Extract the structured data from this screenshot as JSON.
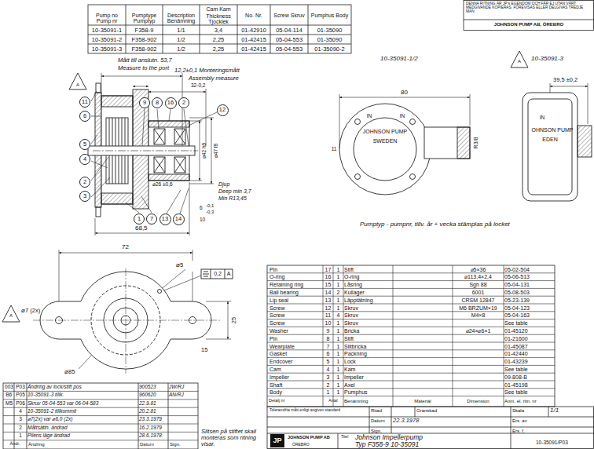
{
  "diagram": {
    "nodes": [
      {
        "text": [
          "11"
        ]
      },
      {
        "text": [
          "6"
        ]
      },
      {
        "text": [
          "5"
        ]
      },
      {
        "text": [
          "4"
        ]
      },
      {
        "text": [
          "2"
        ]
      },
      {
        "text": [
          "3"
        ]
      },
      {
        "text": [
          "9"
        ]
      },
      {
        "text": [
          "8"
        ]
      },
      {
        "text": [
          "16"
        ]
      },
      {
        "text": [
          "2"
        ]
      },
      {
        "text": [
          "12"
        ]
      },
      {
        "text": [
          "1"
        ]
      },
      {
        "text": [
          "7"
        ]
      },
      {
        "text": [
          "13"
        ]
      },
      {
        "text": [
          "14"
        ]
      }
    ],
    "labels": [
      "DENNA RITNING ÄR JP:s EGENDOM OCH FÅR EJ UTAN VÅRT MEDGIVANDE KOPIERAS, FÖREVISAS ELLER DELGIVAS TREDJE MAN",
      "JOHNSON PUMP AB, ÖREBRO",
      "Pump no Pump nr",
      "Pumptype Pumptyp",
      "Description Benämning",
      "Cam Kam",
      "Thickness Tjocklek",
      "No. Nr.",
      "Screw Skruv",
      "Pumphus Body",
      "10-35091-1",
      "F358-9",
      "1/1",
      "3,4",
      "01-42910",
      "05-04-114",
      "01-35090",
      "10-35091-2",
      "F358-902",
      "1/2",
      "2,25",
      "01-42415",
      "05-04-553",
      "01-35090",
      "10-35091-3",
      "F358-902",
      "1/2",
      "2,25",
      "01-42415",
      "05-04-553",
      "01-35090-2",
      "10-35091-1/2",
      "10-35091-3",
      "Mått till anslutn. 53,7",
      "Measure to the port",
      "12,2±0,1 Monteringsmått",
      "Assembly measure",
      "32-0,2",
      "⌀26 ±0,6",
      "⌀42 h9",
      "⌀47 f8",
      "Djup",
      "Min R13,45",
      "Deep min 3,7",
      "-0,1",
      "-0,3",
      "6",
      "10",
      "68,5",
      "72",
      "⌀5",
      "0,2",
      "A",
      "⌀7 (2x)",
      "⌀85",
      "25",
      "15",
      "Slitsen på stiftet skall monteras som ritning visar.",
      "A",
      "A",
      "A",
      "80",
      "IN",
      "IN",
      "JOHNSON PUMP",
      "SWEDEN",
      "11",
      "R3/8",
      "39,5 ±0,2",
      "IN",
      "OHNSON PUMP",
      "EDEN",
      "Pumptyp - pumpnr, tillv. år + vecka stämplas på locket",
      "Pin",
      "17",
      "1",
      "Stift",
      "⌀5×36",
      "05-02-504",
      "O-ring",
      "16",
      "1",
      "O-ring",
      "⌀113,4×2,4",
      "05-06-513",
      "Retaining ring",
      "15",
      "1",
      "Låsring",
      "Sgh 88",
      "05-04-131",
      "Ball bearing",
      "14",
      "2",
      "Kullager",
      "6001",
      "05-08-503",
      "Lip seal",
      "13",
      "1",
      "Läpptätning",
      "CRSM 12847",
      "05-23-139",
      "Screw",
      "12",
      "1",
      "Skruv",
      "M6 BRZUM×19",
      "05-04-123",
      "Screw",
      "11",
      "4",
      "Skruv",
      "M4×8",
      "05-04-163",
      "Screw",
      "10",
      "1",
      "Skruv",
      "See table",
      "Washer",
      "9",
      "1",
      "Bricka",
      "⌀24×⌀6×1",
      "01-45120",
      "Pin",
      "8",
      "1",
      "Stift",
      "01-21600",
      "Wearplate",
      "7",
      "1",
      "Slitbricka",
      "01-45087",
      "Gasket",
      "6",
      "1",
      "Packning",
      "01-42440",
      "Endcover",
      "5",
      "1",
      "Lock",
      "01-43239",
      "Cam",
      "4",
      "1",
      "Kam",
      "See table",
      "Impeller",
      "3",
      "1",
      "Impeller",
      "09-808-B",
      "Shaft",
      "2",
      "1",
      "Axel",
      "01-45198",
      "Body",
      "1",
      "1",
      "Pumphus",
      "See table",
      "Detalj nr",
      "Antal",
      "Benämning",
      "Material",
      "Dimension",
      "Anm. el. ritn. nr",
      "Toleransfria mått enligt angiven standard",
      "Ritad",
      "Granskad",
      "Datum",
      "22.3.1978",
      "Sign.",
      "Skala",
      "1/1",
      "Ers. av",
      "Ers. f.",
      "Titel",
      "Johnson Impellerpump",
      "Typ F358-9 10-35091",
      "JP",
      "JOHNSON PUMP AB",
      "ÖREBRO",
      "10-35091/P03",
      "003",
      "P03",
      "Ändring av lock/stift pos",
      "900523",
      "JW/RJ",
      "B6",
      "P05",
      "10-35091-3 tillk.",
      "960620",
      "AN/RJ",
      "M5",
      "P06",
      "Skruv 05-04-553 var 06-04-583",
      "22.9.81",
      "4",
      "10-35091-2 tillkommit",
      "20.2.81",
      "3",
      "⌀7(2x) var ⌀6,0 (2x)",
      "23.3.1979",
      "2",
      "Måttsättn. ändrad",
      "16.2.1979",
      "1",
      "Pilens läge ändrad",
      "28.6.1978",
      "Ändr.",
      "Ändring",
      "Datum",
      "Sign."
    ]
  }
}
